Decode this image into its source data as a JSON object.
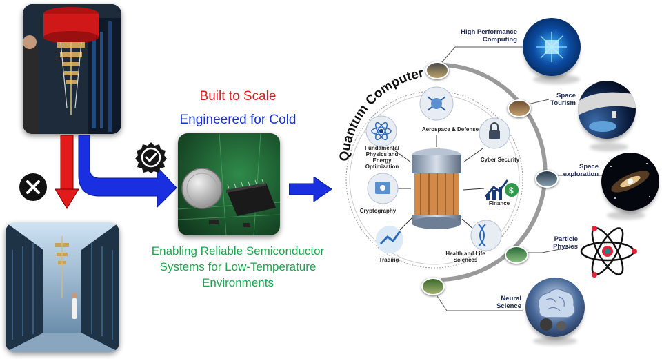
{
  "left": {
    "headline_1": "Built to Scale",
    "headline_2": "Engineered for Cold",
    "description": "Enabling Reliable Semiconductor Systems for Low-Temperature Environments",
    "approve_icon": "checkmark-badge-icon",
    "reject_icon": "x-circle-icon"
  },
  "center": {
    "ring_title": "Quantum Computer",
    "applications": [
      "Aerospace & Defense",
      "Cyber Security",
      "Finance",
      "Health and Life Sciences",
      "Trading",
      "Cryptography",
      "Fundamental Physics and Energy Optimization"
    ]
  },
  "right": {
    "items": [
      "High Performance Computing",
      "Space Tourism",
      "Space exploration",
      "Particle Physics",
      "Neural Science"
    ]
  },
  "colors": {
    "red": "#e11b1b",
    "blue": "#1432d6",
    "green": "#1aa64a",
    "arrow_blue": "#1a2fe0"
  }
}
